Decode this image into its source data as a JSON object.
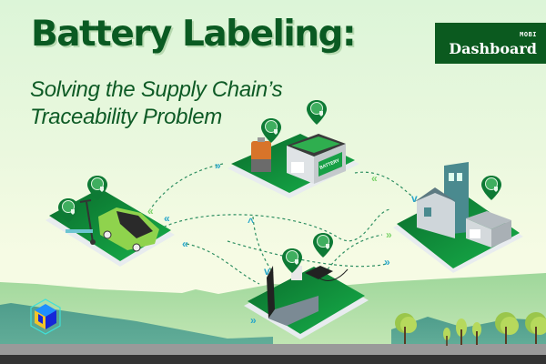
{
  "header": {
    "title": "Battery Labeling:",
    "subtitle_line1": "Solving the Supply Chain’s",
    "subtitle_line2": "Traceability Problem"
  },
  "badge": {
    "small_label": "MOBI",
    "label": "Dashboard"
  },
  "illustration": {
    "nodes": [
      {
        "id": "batteries",
        "label_text": "BATTERY",
        "icons": [
          "battery-cell-icon",
          "car-battery-icon",
          "location-pin-shield-icon"
        ]
      },
      {
        "id": "vehicles",
        "icons": [
          "electric-car-icon",
          "scooter-icon",
          "location-pin-shield-icon"
        ]
      },
      {
        "id": "home-storage",
        "icons": [
          "house-icon",
          "home-battery-icon",
          "location-pin-shield-icon"
        ]
      },
      {
        "id": "electronics",
        "icons": [
          "laptop-icon",
          "power-bank-icon",
          "tablet-icon",
          "location-pin-shield-icon"
        ]
      }
    ],
    "logo": "cube-m-logo",
    "colors": {
      "title_green": "#0a5a22",
      "platform_green": "#0e8a3a",
      "badge_bg": "#0b5a1f",
      "hill_light": "#a9dba4",
      "hill_dark": "#5aa996",
      "road": "#9a9a9a",
      "road_dark": "#333333",
      "arrow_cyan": "#2aa7c9",
      "arrow_green": "#7dd36b"
    }
  }
}
